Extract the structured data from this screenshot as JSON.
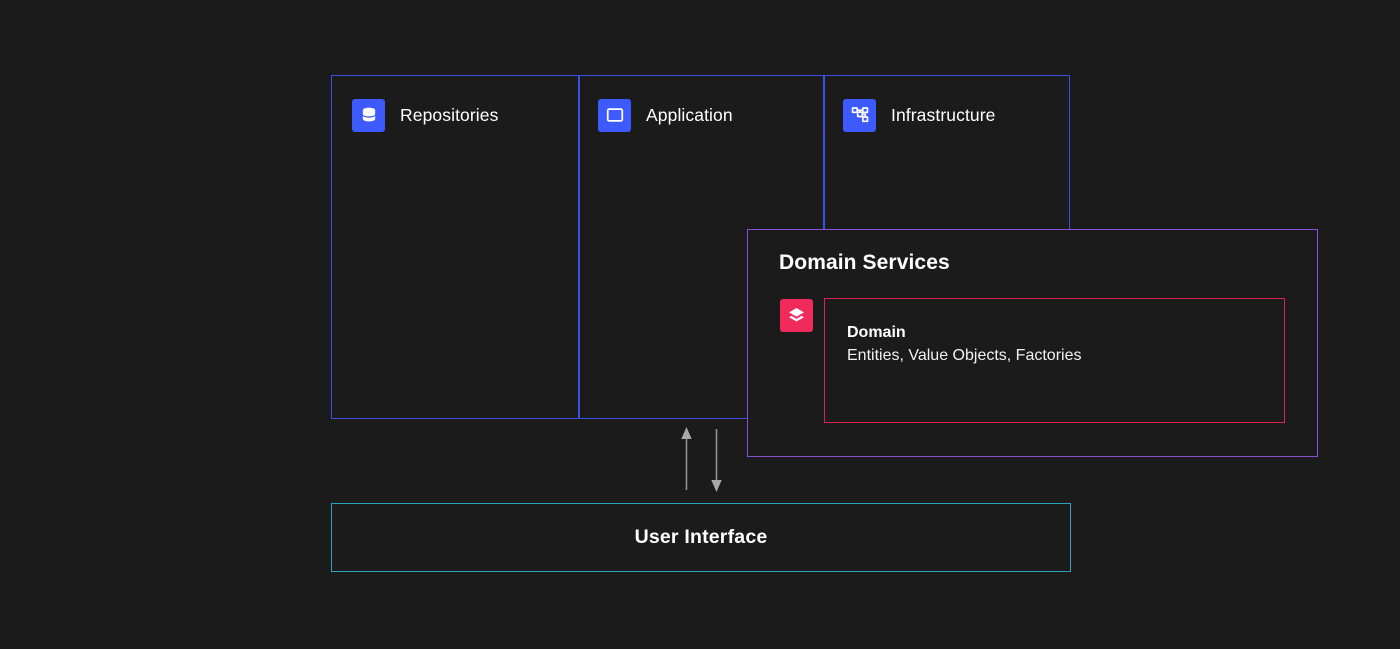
{
  "diagram": {
    "background_color": "#1b1b1b",
    "layers_container": {
      "border_color": "#3b50e2",
      "columns": [
        {
          "label": "Repositories",
          "icon": "database-icon",
          "icon_color": "#3d5afe"
        },
        {
          "label": "Application",
          "icon": "window-icon",
          "icon_color": "#3d5afe"
        },
        {
          "label": "Infrastructure",
          "icon": "hierarchy-icon",
          "icon_color": "#3d5afe"
        }
      ]
    },
    "domain_services": {
      "title": "Domain Services",
      "border_color": "#8b4fd6"
    },
    "domain": {
      "name": "Domain",
      "description": "Entities, Value Objects, Factories",
      "icon": "layers-icon",
      "icon_color": "#f02a5b",
      "border_color": "#de2150"
    },
    "flow": {
      "up_arrow": "arrow-up-icon",
      "down_arrow": "arrow-down-icon",
      "arrow_color": "#8f8f8f"
    },
    "user_interface": {
      "label": "User Interface",
      "border_color": "#2aa5bd"
    }
  }
}
